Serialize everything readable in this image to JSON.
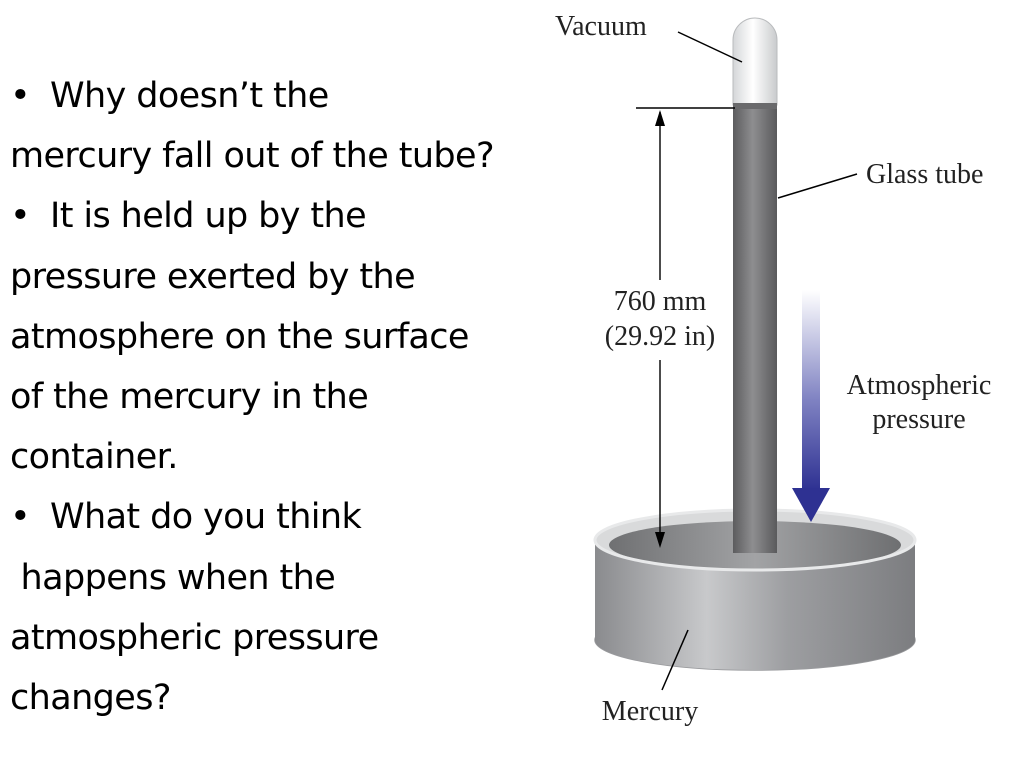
{
  "text": {
    "lines": [
      {
        "bullet": true,
        "text": "Why doesn’t the"
      },
      {
        "bullet": false,
        "text": "mercury fall out of the tube?"
      },
      {
        "bullet": true,
        "text": "It is held up by the"
      },
      {
        "bullet": false,
        "text": "pressure exerted by the"
      },
      {
        "bullet": false,
        "text": "atmosphere on the surface"
      },
      {
        "bullet": false,
        "text": "of the mercury in the"
      },
      {
        "bullet": false,
        "text": "container."
      },
      {
        "bullet": true,
        "text": "What do you think"
      },
      {
        "bullet": false,
        "text": " happens when the"
      },
      {
        "bullet": false,
        "text": "atmospheric pressure"
      },
      {
        "bullet": false,
        "text": "changes?"
      }
    ],
    "bullet_char": "•"
  },
  "diagram": {
    "labels": {
      "vacuum": "Vacuum",
      "glass_tube": "Glass tube",
      "height_mm": "760 mm",
      "height_in": "(29.92 in)",
      "atm_line1": "Atmospheric",
      "atm_line2": "pressure",
      "mercury": "Mercury"
    },
    "colors": {
      "mercury": "#7a7a7c",
      "arrow": "#2e3192",
      "dish": "#a7a9ac"
    }
  }
}
